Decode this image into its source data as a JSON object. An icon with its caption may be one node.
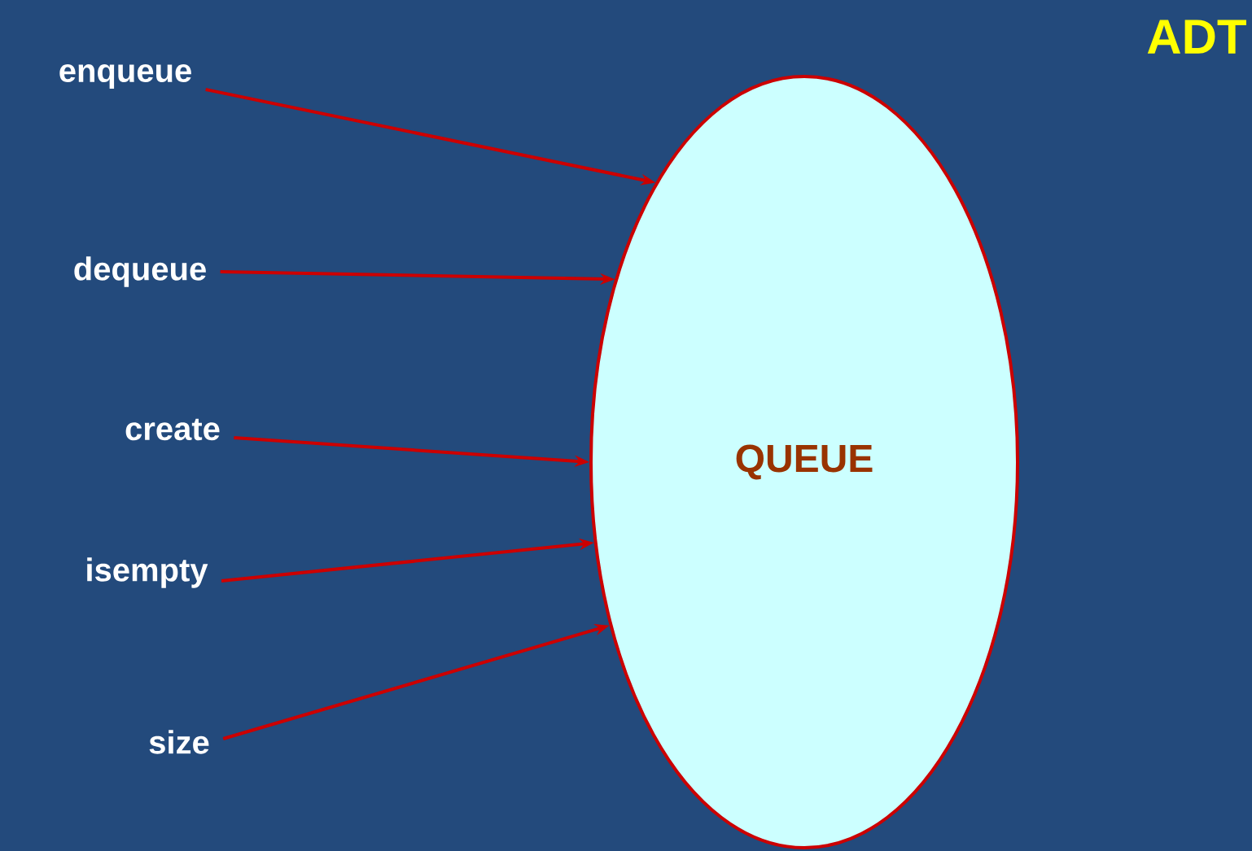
{
  "diagram": {
    "title": "ADT",
    "nodes": [
      {
        "text": [
          "QUEUE"
        ]
      },
      {
        "text": [
          "enqueue"
        ]
      },
      {
        "text": [
          "dequeue"
        ]
      },
      {
        "text": [
          "create"
        ]
      },
      {
        "text": [
          "isempty"
        ]
      },
      {
        "text": [
          "size"
        ]
      }
    ],
    "edges": [
      {
        "from": 1,
        "to": 0,
        "arrow": "to"
      },
      {
        "from": 2,
        "to": 0,
        "arrow": "to"
      },
      {
        "from": 3,
        "to": 0,
        "arrow": "to"
      },
      {
        "from": 4,
        "to": 0,
        "arrow": "to"
      },
      {
        "from": 5,
        "to": 0,
        "arrow": "to"
      }
    ]
  }
}
